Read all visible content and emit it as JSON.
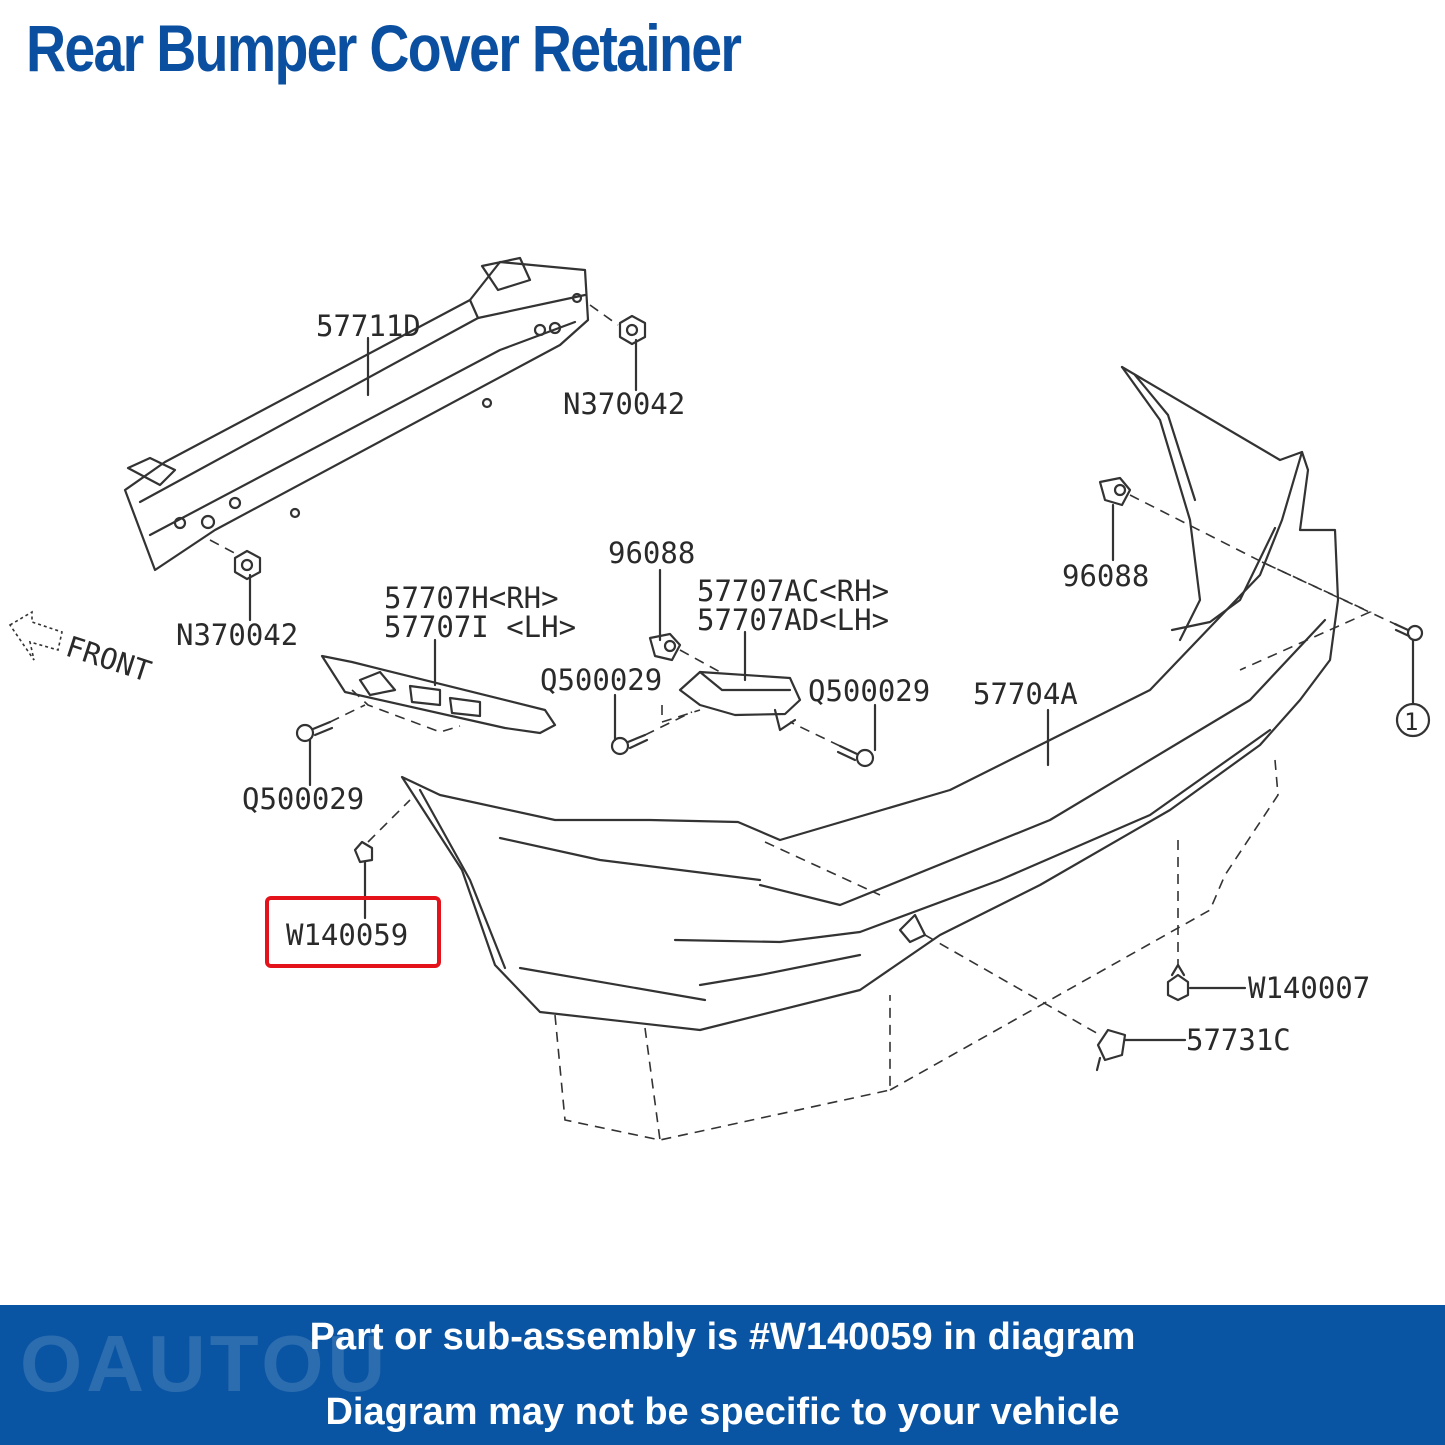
{
  "title": "Rear Bumper Cover Retainer",
  "labels": {
    "reinforcement": "57711D",
    "nut_right": "N370042",
    "nut_left": "N370042",
    "front": "FRONT",
    "bracket_rh": "57707H<RH>",
    "bracket_lh": "57707I <LH>",
    "clip_center": "96088",
    "clip_right": "96088",
    "support_rh": "57707AC<RH>",
    "support_lh": "57707AD<LH>",
    "screw_center": "Q500029",
    "screw_right": "Q500029",
    "screw_left": "Q500029",
    "bumper_cover": "57704A",
    "ref_circle": "1",
    "clip_highlight": "W140059",
    "clip_bottom": "W140007",
    "cap": "57731C"
  },
  "highlight_color": "#e3121b",
  "title_color": "#0a4fa0",
  "banner": {
    "line1": "Part or sub-assembly is #W140059 in diagram",
    "line2": "Diagram may not be specific to your vehicle",
    "color": "#0a55a3"
  },
  "watermark": "OAUTOU"
}
